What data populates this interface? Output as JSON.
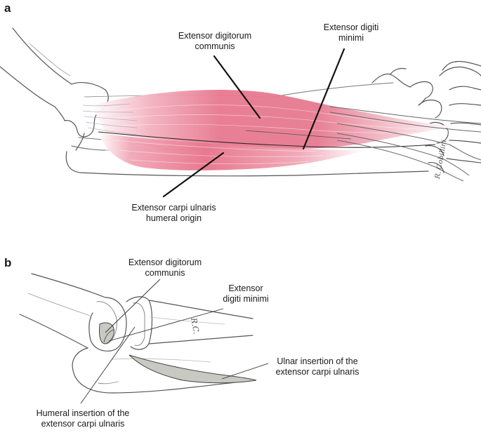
{
  "panel_a": {
    "letter": "a",
    "labels": {
      "edc": [
        "Extensor digitorum",
        "communis"
      ],
      "edm": [
        "Extensor digiti",
        "minimi"
      ],
      "ecu": [
        "Extensor carpi ulnaris",
        "humeral origin"
      ]
    },
    "signature": "R. Cobillini"
  },
  "panel_b": {
    "letter": "b",
    "labels": {
      "edc": [
        "Extensor digitorum",
        "communis"
      ],
      "edm": [
        "Extensor",
        "digiti minimi"
      ],
      "ulnar": [
        "Ulnar insertion of the",
        "extensor carpi ulnaris"
      ],
      "humeral": [
        "Humeral insertion of the",
        "extensor carpi ulnaris"
      ]
    },
    "signature": "R.C."
  },
  "colors": {
    "muscle": "#e8788f",
    "muscle_light": "#f4b7c3",
    "tendon": "#e4e4ec",
    "bone_line": "#555555",
    "insertion": "#c9c9c4"
  }
}
